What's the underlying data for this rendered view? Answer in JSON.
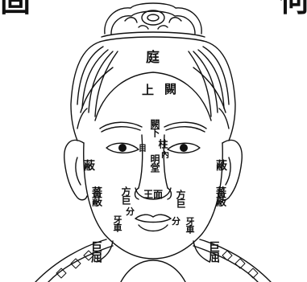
{
  "title_fragment_left": "固",
  "title_fragment_right": "何",
  "labels": {
    "ting": "庭",
    "shang": "上",
    "que": "闕",
    "que_xia": "闕下",
    "zhi": "柱",
    "ming_tang": "明堂",
    "wang_mian": "王面",
    "mu_left": "目",
    "mu_right": "內",
    "fang_ju_left": "方巨",
    "fen_left": "分",
    "ya_che_left": "牙車",
    "fang_ju_right": "方巨",
    "fen_right": "分",
    "ya_che_right": "牙車",
    "fan_left": "蔽",
    "fan_right": "蔽",
    "shen_left": "蕃蔽",
    "shen_right": "蕃蔽",
    "ju_qu_left": "巨屈",
    "ju_qu_right": "巨屈"
  },
  "colors": {
    "ink": "#111111",
    "paper": "#ffffff"
  }
}
